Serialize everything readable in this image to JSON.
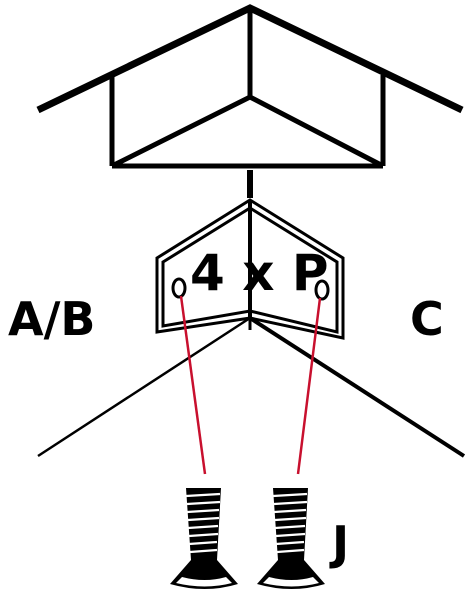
{
  "labels": {
    "left": "A/B",
    "right": "C",
    "screw": "J",
    "quantity": "4 x P"
  },
  "colors": {
    "line": "#000000",
    "guide": "#c8102e",
    "background": "#ffffff"
  }
}
